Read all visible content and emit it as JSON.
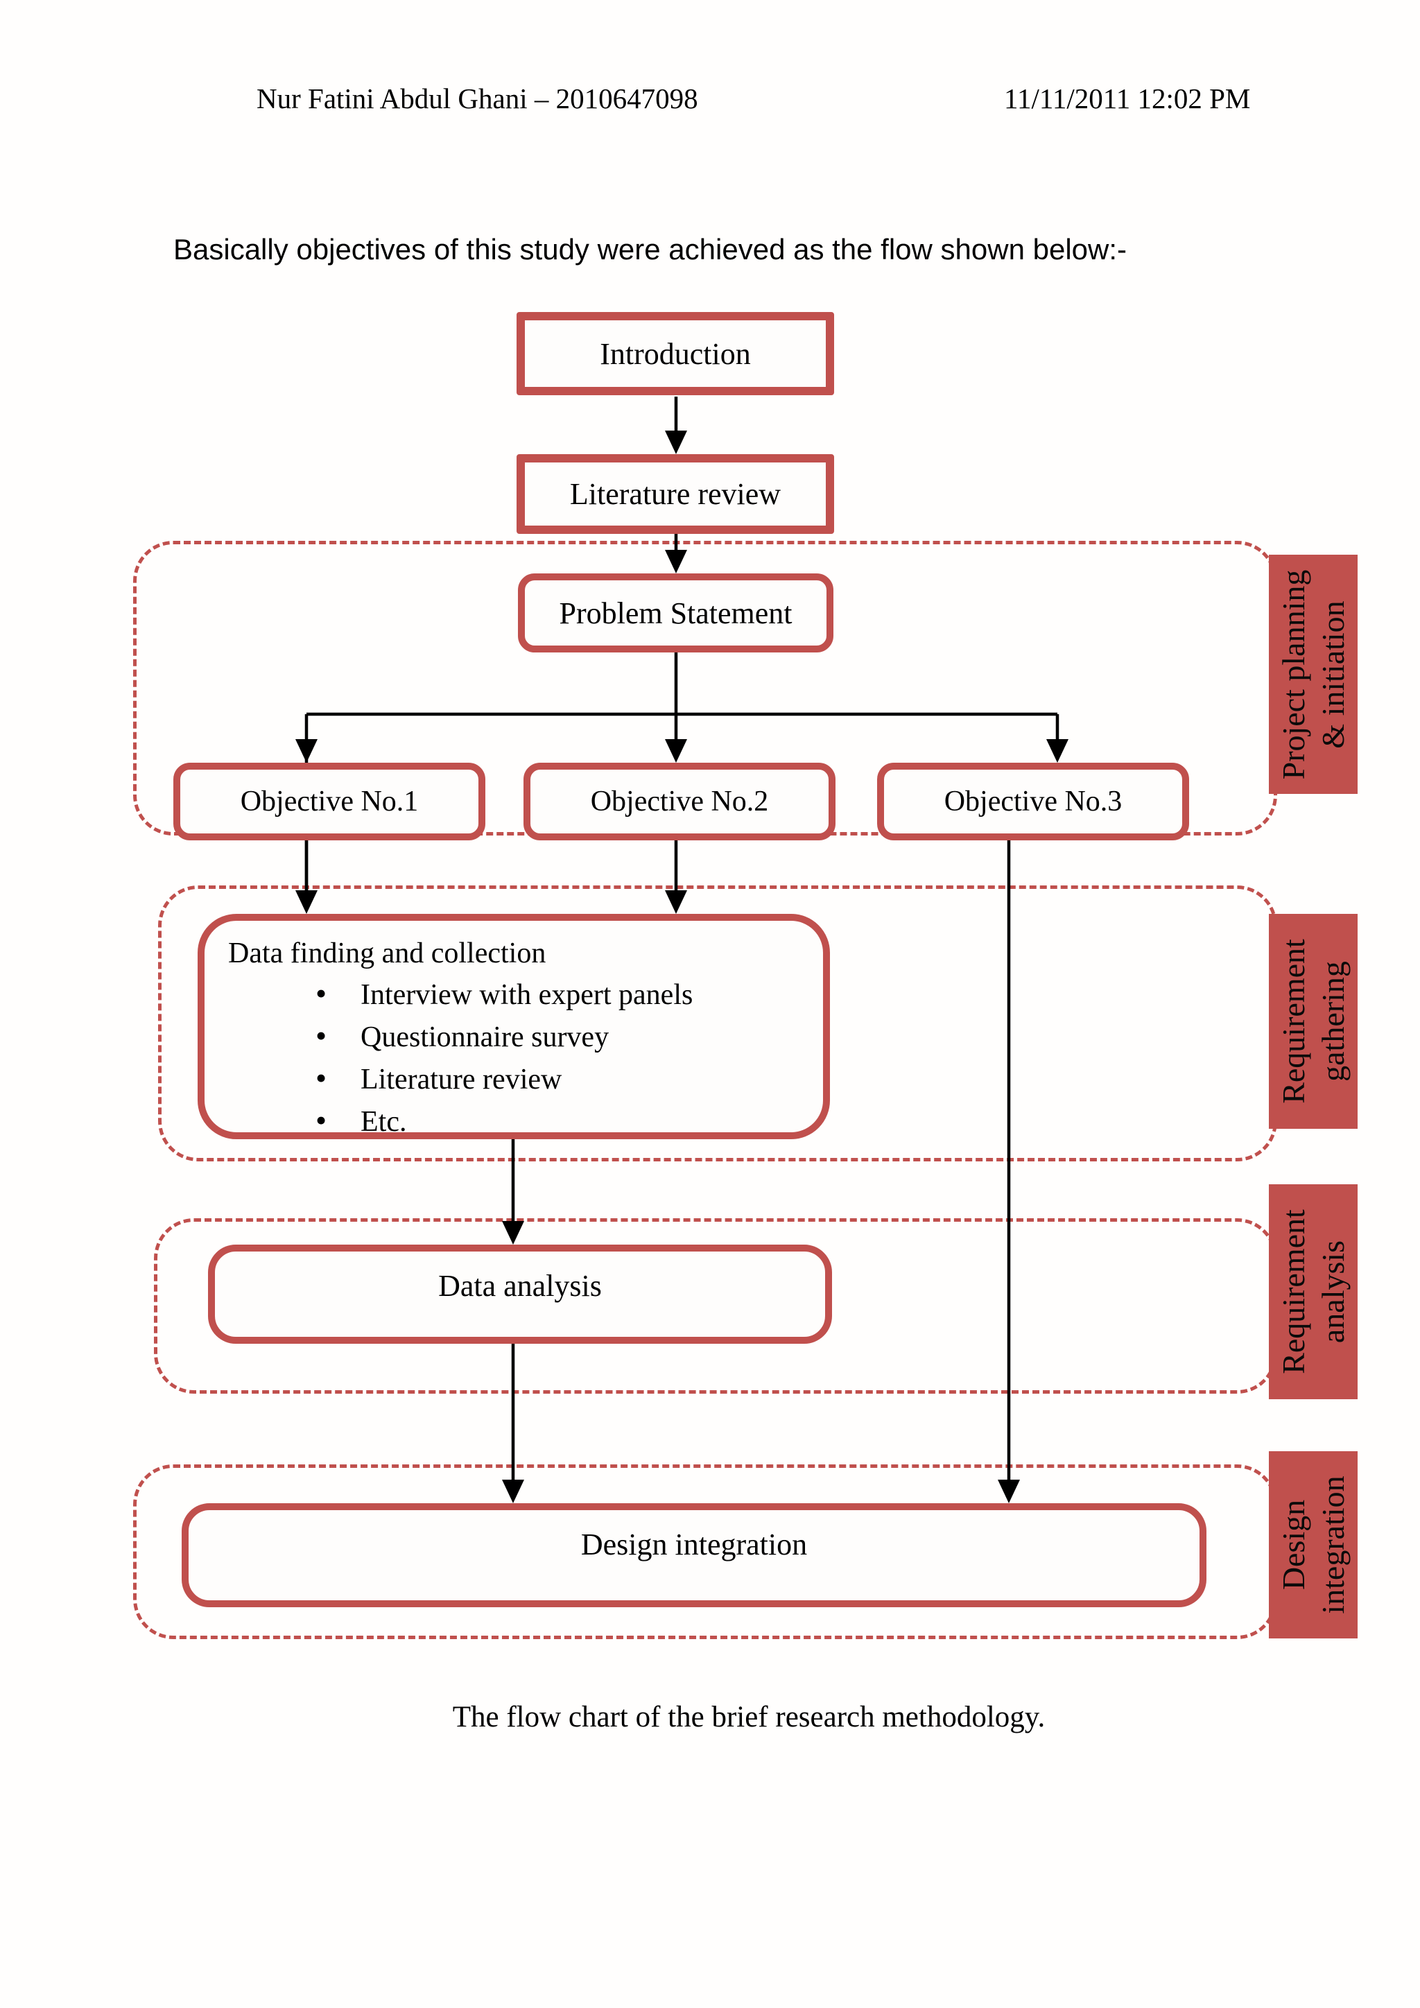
{
  "header": {
    "author": "Nur Fatini Abdul Ghani – 2010647098",
    "datetime": "11/11/2011 12:02 PM"
  },
  "intro_text": "Basically objectives of this study were achieved as the flow shown below:-",
  "caption": "The flow chart of the brief research methodology.",
  "colors": {
    "accent_red": "#C0504D",
    "box_fill": "#FEFDFC",
    "connector_black": "#000000"
  },
  "chart": {
    "nodes": {
      "introduction": "Introduction",
      "literature_review": "Literature review",
      "problem_statement": "Problem Statement",
      "objective_1": "Objective No.1",
      "objective_2": "Objective No.2",
      "objective_3": "Objective No.3",
      "data_finding_title": "Data finding and collection",
      "data_analysis": "Data analysis",
      "design_integration": "Design integration"
    },
    "data_finding_bullets": [
      "Interview with expert panels",
      "Questionnaire survey",
      "Literature review",
      "Etc."
    ],
    "bullet_glyph": "•",
    "phases": [
      {
        "line1": "Project planning",
        "line2": "& initiation"
      },
      {
        "line1": "Requirement",
        "line2": "gathering"
      },
      {
        "line1": "Requirement",
        "line2": "analysis"
      },
      {
        "line1": "Design",
        "line2": "integration"
      }
    ]
  }
}
